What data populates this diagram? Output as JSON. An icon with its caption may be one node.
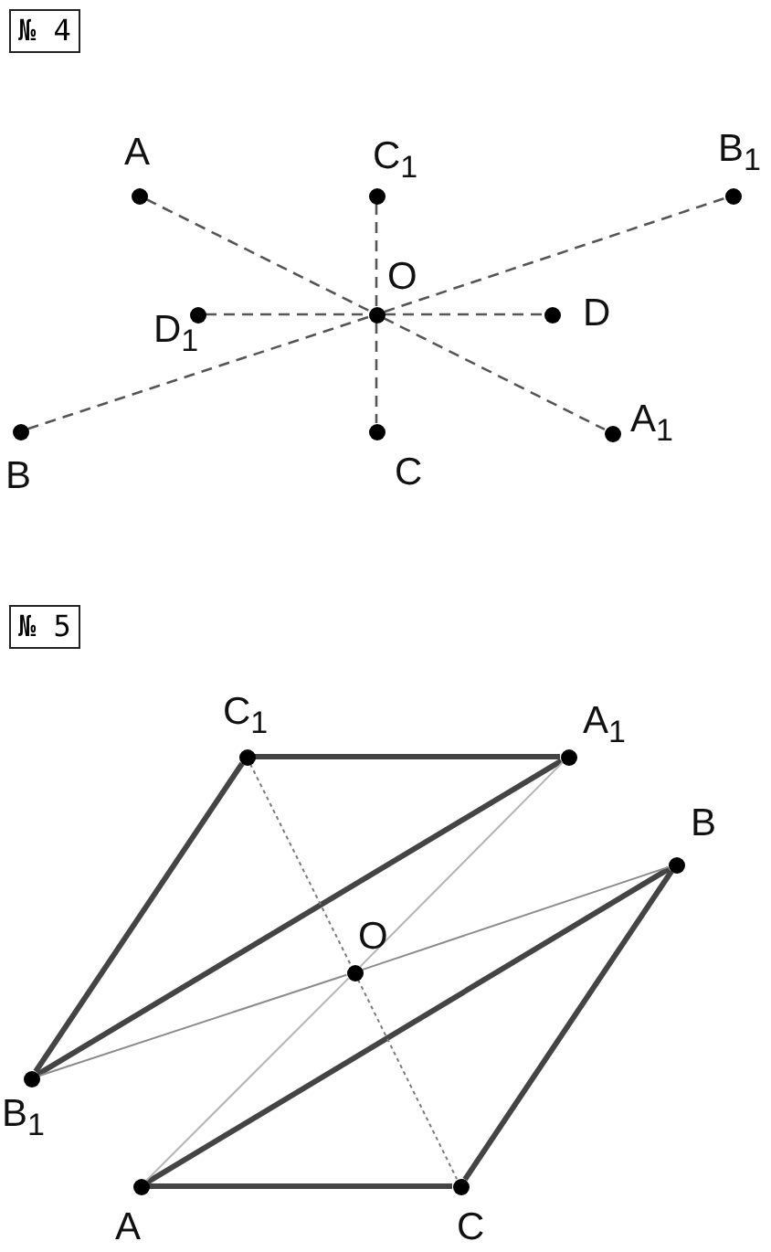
{
  "diagram": {
    "nodes": [
      {
        "text": [],
        "shape": "circle",
        "beside": [
          "A"
        ]
      },
      {
        "text": [],
        "shape": "circle",
        "beside": [
          "C$_{1}$"
        ]
      },
      {
        "text": [],
        "shape": "circle",
        "beside": [
          "B$_{1}$"
        ]
      },
      {
        "text": [],
        "shape": "circle",
        "beside": [
          "O"
        ]
      },
      {
        "text": [],
        "shape": "circle",
        "beside": [
          "D$_{1}$"
        ]
      },
      {
        "text": [],
        "shape": "circle",
        "beside": [
          "D"
        ]
      },
      {
        "text": [],
        "shape": "circle",
        "beside": [
          "B"
        ]
      },
      {
        "text": [],
        "shape": "circle",
        "beside": [
          "C"
        ]
      },
      {
        "text": [],
        "shape": "circle",
        "beside": [
          "A$_{1}$"
        ]
      },
      {
        "text": [],
        "shape": "circle",
        "beside": [
          "C$_{1}$"
        ]
      },
      {
        "text": [],
        "shape": "circle",
        "beside": [
          "A$_{1}$"
        ]
      },
      {
        "text": [],
        "shape": "circle",
        "beside": [
          "B"
        ]
      },
      {
        "text": [],
        "shape": "circle",
        "beside": [
          "O"
        ]
      },
      {
        "text": [],
        "shape": "circle",
        "beside": [
          "B$_{1}$"
        ]
      },
      {
        "text": [],
        "shape": "circle",
        "beside": [
          "A"
        ]
      },
      {
        "text": [],
        "shape": "circle",
        "beside": [
          "C"
        ]
      }
    ],
    "edges": [
      {
        "from": 0,
        "to": 3,
        "arrow": "none",
        "style": "dashed"
      },
      {
        "from": 3,
        "to": 8,
        "arrow": "none",
        "style": "dashed"
      },
      {
        "from": 6,
        "to": 3,
        "arrow": "none",
        "style": "dashed"
      },
      {
        "from": 3,
        "to": 2,
        "arrow": "none",
        "style": "dashed"
      },
      {
        "from": 1,
        "to": 3,
        "arrow": "none",
        "style": "dashed"
      },
      {
        "from": 3,
        "to": 7,
        "arrow": "none",
        "style": "dashed"
      },
      {
        "from": 4,
        "to": 3,
        "arrow": "none",
        "style": "dashed"
      },
      {
        "from": 3,
        "to": 5,
        "arrow": "none",
        "style": "dashed"
      },
      {
        "from": 9,
        "to": 10,
        "arrow": "none",
        "style": "thick"
      },
      {
        "from": 10,
        "to": 13,
        "arrow": "none",
        "style": "thick"
      },
      {
        "from": 13,
        "to": 9,
        "arrow": "none",
        "style": "thick"
      },
      {
        "from": 14,
        "to": 15,
        "arrow": "none",
        "style": "thick"
      },
      {
        "from": 15,
        "to": 11,
        "arrow": "none",
        "style": "thick"
      },
      {
        "from": 11,
        "to": 14,
        "arrow": "none",
        "style": "thick"
      },
      {
        "from": 14,
        "to": 12,
        "arrow": "none",
        "color": "#b4b4b4"
      },
      {
        "from": 12,
        "to": 10,
        "arrow": "none",
        "color": "#b4b4b4"
      },
      {
        "from": 13,
        "to": 12,
        "arrow": "none",
        "color": "#8c8c8c"
      },
      {
        "from": 12,
        "to": 11,
        "arrow": "none",
        "color": "#8c8c8c"
      },
      {
        "from": 9,
        "to": 12,
        "arrow": "none",
        "style": "dashed",
        "color": "#7a7a7a"
      },
      {
        "from": 12,
        "to": 15,
        "arrow": "none",
        "style": "dashed",
        "color": "#7a7a7a"
      }
    ],
    "labels": [
      "№ 4",
      "№ 5"
    ]
  }
}
